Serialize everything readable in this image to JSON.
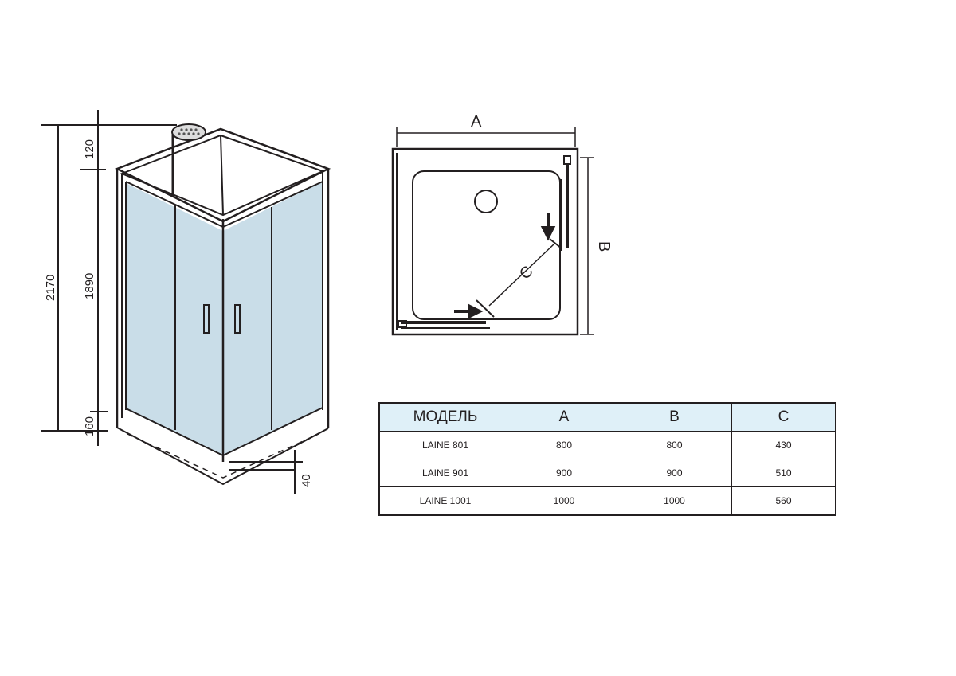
{
  "side_view": {
    "dimensions": {
      "total_height": "2170",
      "top": "120",
      "glass": "1890",
      "bottom": "160",
      "tray": "40"
    }
  },
  "top_view": {
    "labels": {
      "a": "A",
      "b": "B",
      "c": "C"
    }
  },
  "table": {
    "headers": [
      "МОДЕЛЬ",
      "A",
      "B",
      "C"
    ],
    "rows": [
      [
        "LAINE 801",
        "800",
        "800",
        "430"
      ],
      [
        "LAINE 901",
        "900",
        "900",
        "510"
      ],
      [
        "LAINE 1001",
        "1000",
        "1000",
        "560"
      ]
    ]
  },
  "colors": {
    "glass": "#c9dde8",
    "line": "#231f20",
    "header_bg": "#dff0f8"
  }
}
